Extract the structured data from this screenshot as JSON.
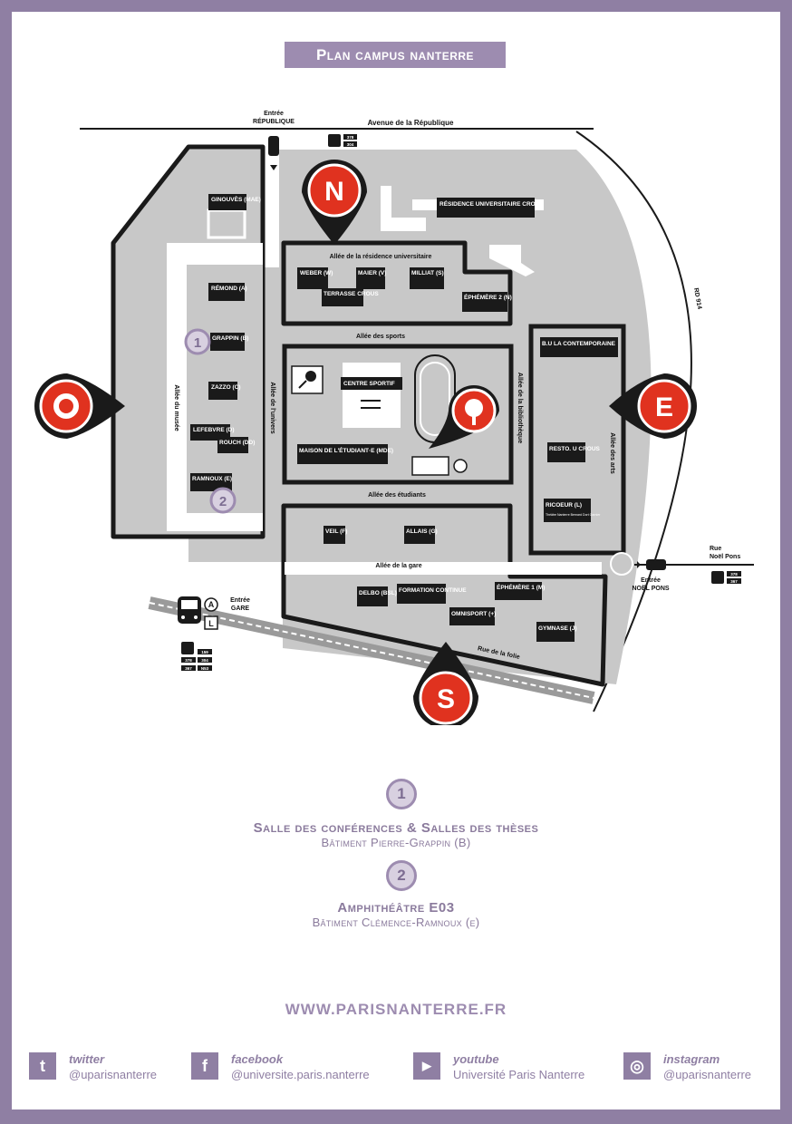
{
  "title": "Plan campus nanterre",
  "map": {
    "entries": {
      "republique": [
        "Entrée",
        "RÉPUBLIQUE"
      ],
      "noel_pons": [
        "Entrée",
        "NOËL PONS"
      ],
      "gare": [
        "Entrée",
        "GARE"
      ]
    },
    "roads": {
      "avenue_republique": "Avenue de la République",
      "rd914": "RD 914",
      "rue_noel_pons": [
        "Rue",
        "Noël Pons"
      ],
      "rue_folie": "Rue de la folie",
      "allee_residence": "Allée de la résidence universitaire",
      "allee_sports": "Allée des sports",
      "allee_etudiants": "Allée des étudiants",
      "allee_gare": "Allée de la gare",
      "allee_musee": "Allée du musée",
      "allee_univers": "Allée de l'univers",
      "allee_bibliotheque": "Allée de la bibliothèque",
      "allee_arts": "Allée des arts"
    },
    "bus_lines": {
      "republique": [
        "378",
        "304"
      ],
      "noel_pons": [
        "378",
        "367"
      ],
      "gare": [
        "159",
        "378",
        "304",
        "367",
        "N53"
      ]
    },
    "transit": [
      "A",
      "L"
    ],
    "markers": [
      "N",
      "O",
      "E",
      "S"
    ],
    "buildings": {
      "grappin": "GRAPPIN (B)",
      "remond": "RÉMOND (A)",
      "zazzo": "ZAZZO (C)",
      "lefebvre": "LEFEBVRE (D)",
      "rouch": "ROUCH (DD)",
      "ramnoux": "RAMNOUX (E)",
      "ginouves": "GINOUVÈS (MAE)",
      "weber": "WEBER (W)",
      "terrasse": "TERRASSE CROUS",
      "max_weber": "MAIER (V)",
      "milliat": "MILLIAT (S)",
      "ephemere2": "ÉPHÉMÈRE 2 (N)",
      "residence": "RÉSIDENCE UNIVERSITAIRE CROUS",
      "centre_sportif": "CENTRE SPORTIF",
      "maison_etudiant": "MAISON DE L'ÉTUDIANT·E (MDE)",
      "bu": "B.U LA CONTEMPORAINE",
      "resto": "RESTO. U CROUS",
      "ricoeur": "RICOEUR (L)",
      "ricoeur_sub": "Théâtre Nanterre Bernard Dort Garnier",
      "veil": "VEIL (F)",
      "allais": "ALLAIS (G)",
      "deloq": "DELBO (BSL)",
      "formation": "FORMATION CONTINUE",
      "omnisport": "OMNISPORT (+)",
      "ephemere1": "ÉPHÉMÈRE 1 (M)",
      "gymnase": "GYMNASE (J)"
    },
    "map_circles": [
      "1",
      "2"
    ]
  },
  "rooms": [
    {
      "number": "1",
      "title": "Salle des conférences & Salles des thèses",
      "subtitle": "Bâtiment Pierre-Grappin (B)"
    },
    {
      "number": "2",
      "title": "Amphithéâtre E03",
      "subtitle": "Bâtiment Clémence-Ramnoux (e)"
    }
  ],
  "website": "WWW.PARISNANTERRE.FR",
  "social": [
    {
      "network": "twitter",
      "handle": "@uparisnanterre",
      "icon": "twitter-icon",
      "glyph": "t"
    },
    {
      "network": "facebook",
      "handle": "@universite.paris.nanterre",
      "icon": "facebook-icon",
      "glyph": "f"
    },
    {
      "network": "youtube",
      "handle": "Université Paris Nanterre",
      "icon": "youtube-icon",
      "glyph": "▶"
    },
    {
      "network": "instagram",
      "handle": "@uparisnanterre",
      "icon": "instagram-icon",
      "glyph": "◎"
    }
  ],
  "colors": {
    "frame": "#8f7fa3",
    "accent": "#9d8cb0",
    "marker_red": "#e0321f",
    "map_gray": "#c8c8c8",
    "outline": "#1a1a1a"
  }
}
